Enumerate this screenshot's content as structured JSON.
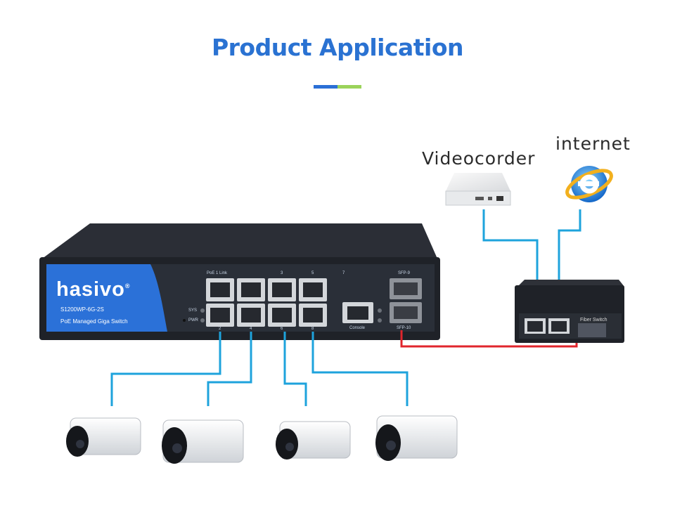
{
  "title": "Product Application",
  "accent_colors": {
    "title": "#2a72d2",
    "bar_blue": "#2b6fd6",
    "bar_green": "#9bd35a",
    "link_blue": "#1ea3dc",
    "fiber_red": "#e0252c"
  },
  "labels": {
    "videocorder": "Videocorder",
    "internet": "internet"
  },
  "switch": {
    "brand": "hasivo",
    "trademark": "®",
    "model": "S1200WP-6G-2S",
    "description": "PoE Managed Giga Switch",
    "port_header_left": "PoE  1  Link",
    "port_top_3": "3",
    "port_top_5": "5",
    "port_top_7": "7",
    "port_bottom_2": "2",
    "port_bottom_4": "4",
    "port_bottom_6": "6",
    "port_bottom_8": "8",
    "sys": "SYS",
    "pwr": "PWR",
    "console": "Console",
    "sfp9": "SFP-9",
    "sfp10": "SFP-10"
  },
  "fiber_switch": {
    "label": "Fiber Switch"
  },
  "icons": [
    "nvr-device",
    "internet-explorer-icon",
    "bullet-camera",
    "ethernet-port",
    "sfp-port"
  ]
}
